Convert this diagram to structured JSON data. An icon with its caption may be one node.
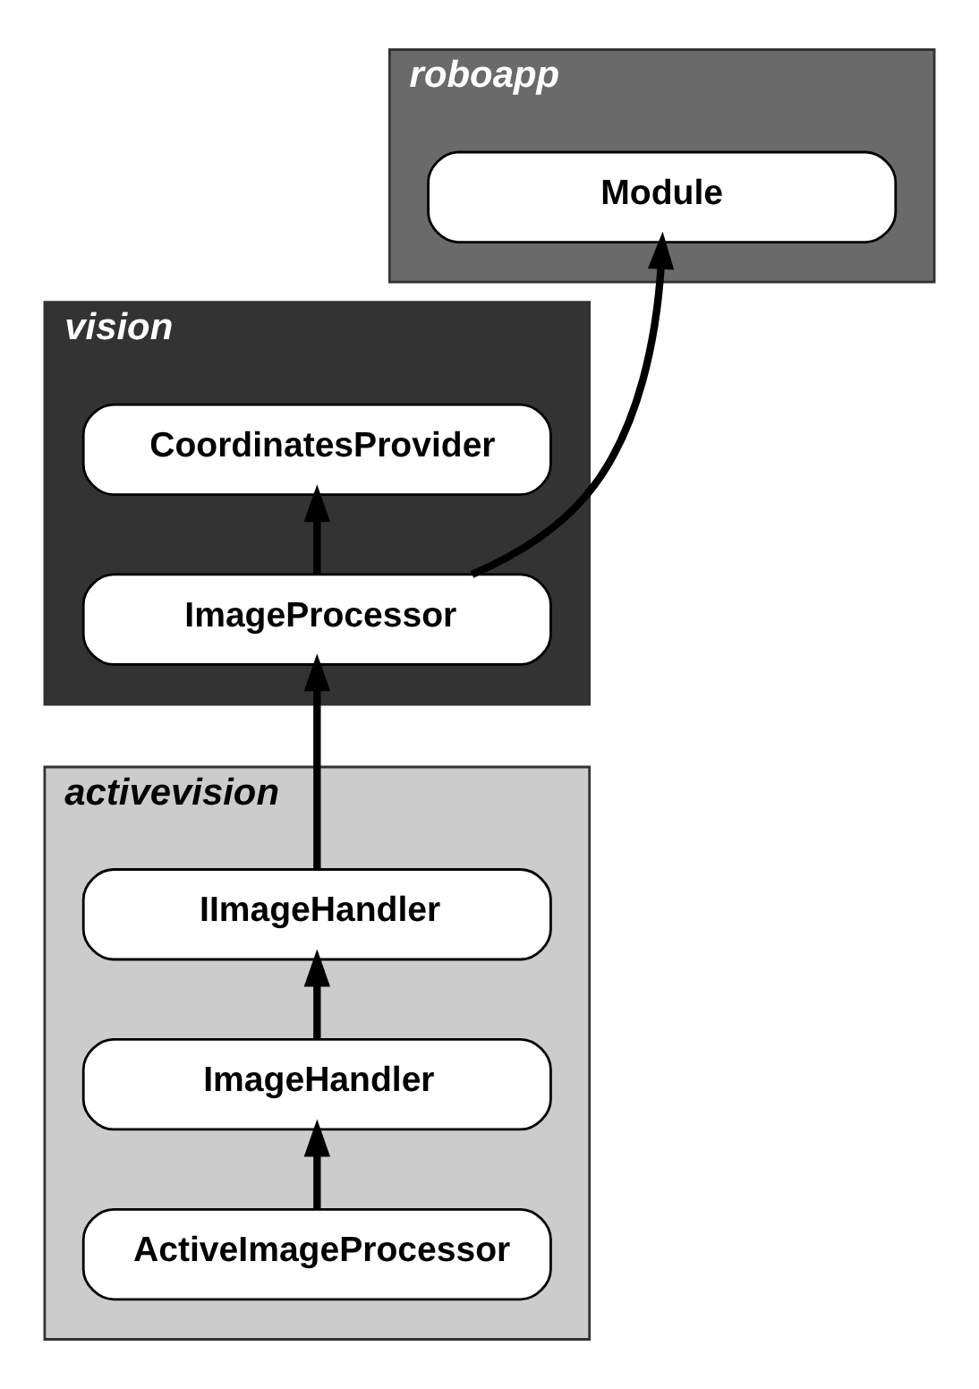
{
  "diagram": {
    "nodes": [
      {
        "text": [
          "roboapp"
        ]
      },
      {
        "text": [
          "Module"
        ],
        "in": 0
      },
      {
        "text": [
          "vision"
        ]
      },
      {
        "text": [
          "CoordinatesProvider"
        ],
        "in": 2
      },
      {
        "text": [
          "ImageProcessor"
        ],
        "in": 2
      },
      {
        "text": [
          "activevision"
        ]
      },
      {
        "text": [
          "IImageHandler"
        ],
        "in": 5
      },
      {
        "text": [
          "ImageHandler"
        ],
        "in": 5
      },
      {
        "text": [
          "ActiveImageProcessor"
        ],
        "in": 5
      }
    ],
    "edges": [
      {
        "from": 4,
        "to": 1,
        "arrow": "to"
      },
      {
        "from": 4,
        "to": 3,
        "arrow": "to"
      },
      {
        "from": 6,
        "to": 4,
        "arrow": "to"
      },
      {
        "from": 7,
        "to": 6,
        "arrow": "to"
      },
      {
        "from": 8,
        "to": 7,
        "arrow": "to"
      }
    ]
  }
}
